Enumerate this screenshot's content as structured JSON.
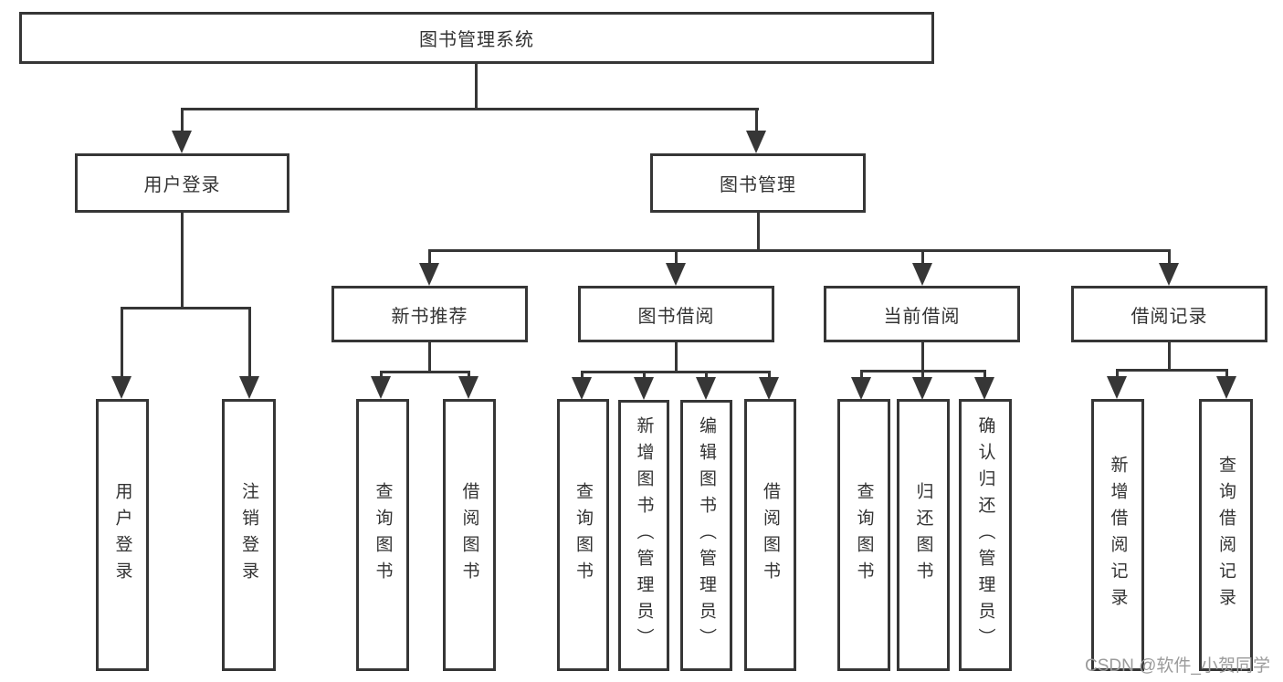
{
  "colors": {
    "line": "#363636",
    "text": "#333333",
    "watermark": "#9b9b9b",
    "background": "#ffffff"
  },
  "watermark": "CSDN @软件_小贺同学",
  "tree": {
    "label": "图书管理系统",
    "children": [
      {
        "label": "用户登录",
        "children": [
          {
            "label": "用户登录"
          },
          {
            "label": "注销登录"
          }
        ]
      },
      {
        "label": "图书管理",
        "children": [
          {
            "label": "新书推荐",
            "children": [
              {
                "label": "查询图书"
              },
              {
                "label": "借阅图书"
              }
            ]
          },
          {
            "label": "图书借阅",
            "children": [
              {
                "label": "查询图书"
              },
              {
                "label": "新增图书（管理员）"
              },
              {
                "label": "编辑图书（管理员）"
              },
              {
                "label": "借阅图书"
              }
            ]
          },
          {
            "label": "当前借阅",
            "children": [
              {
                "label": "查询图书"
              },
              {
                "label": "归还图书"
              },
              {
                "label": "确认归还（管理员）"
              }
            ]
          },
          {
            "label": "借阅记录",
            "children": [
              {
                "label": "新增借阅记录"
              },
              {
                "label": "查询借阅记录"
              }
            ]
          }
        ]
      }
    ]
  }
}
